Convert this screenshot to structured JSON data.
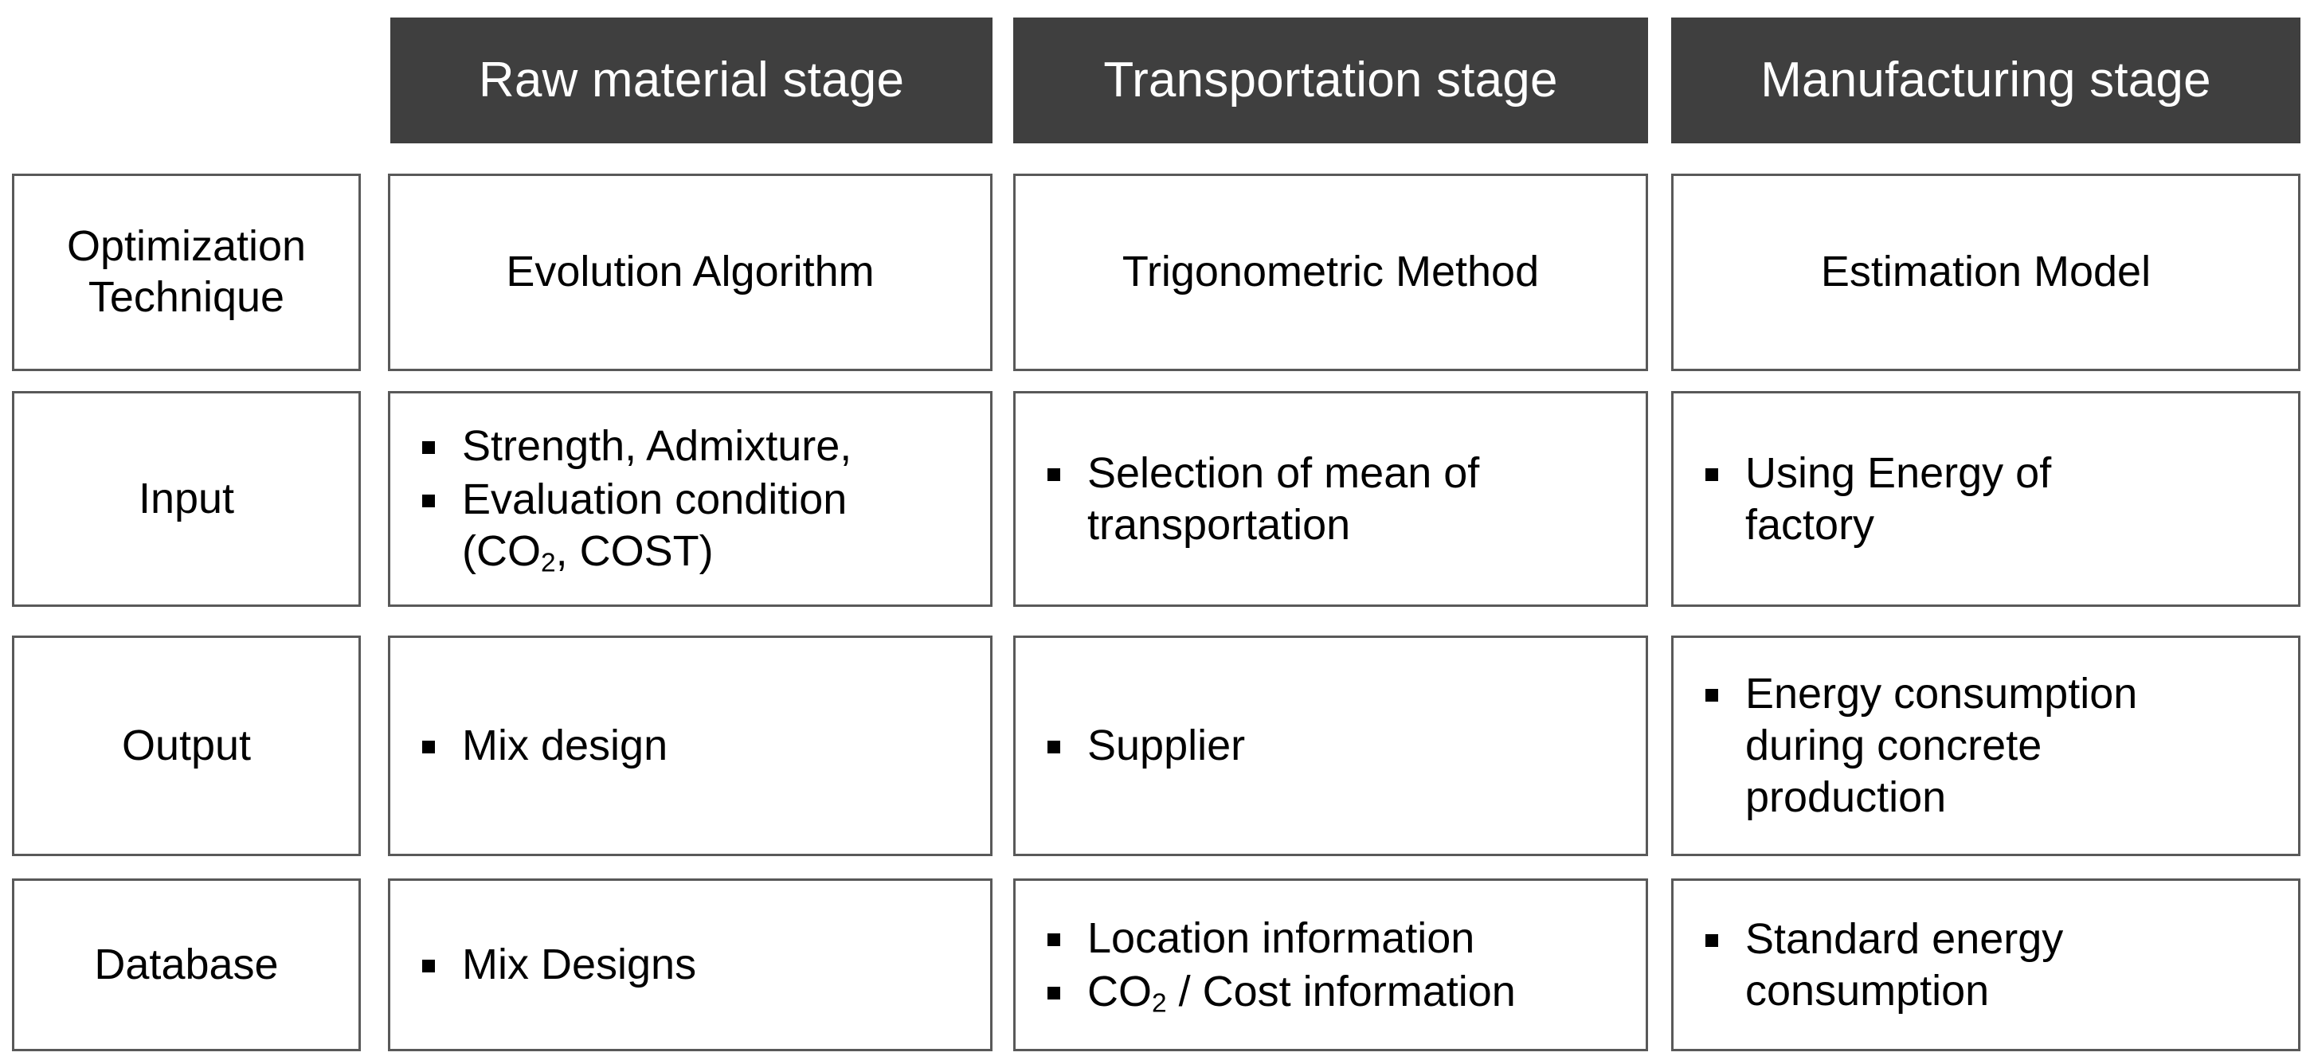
{
  "table": {
    "headers": [
      {
        "label": "Raw material stage"
      },
      {
        "label": "Transportation stage"
      },
      {
        "label": "Manufacturing stage"
      }
    ],
    "row_labels": [
      "Optimization\nTechnique",
      "Input",
      "Output",
      "Database"
    ],
    "row_label_lines": {
      "optimization": [
        "Optimization",
        "Technique"
      ],
      "input": [
        "Input"
      ],
      "output": [
        "Output"
      ],
      "database": [
        "Database"
      ]
    },
    "rows": [
      {
        "label": "Optimization Technique",
        "type": "plain",
        "cells": [
          {
            "text": "Evolution Algorithm"
          },
          {
            "text": "Trigonometric Method"
          },
          {
            "text": "Estimation Model"
          }
        ]
      },
      {
        "label": "Input",
        "type": "bullets",
        "cells": [
          {
            "items": [
              "Strength, Admixture,",
              "Evaluation condition (CO2, COST)"
            ]
          },
          {
            "items": [
              "Selection of mean of transportation"
            ]
          },
          {
            "items": [
              "Using Energy of factory"
            ]
          }
        ]
      },
      {
        "label": "Output",
        "type": "bullets",
        "cells": [
          {
            "items": [
              "Mix design"
            ]
          },
          {
            "items": [
              "Supplier"
            ]
          },
          {
            "items": [
              "Energy consumption during concrete production"
            ]
          }
        ]
      },
      {
        "label": "Database",
        "type": "bullets",
        "cells": [
          {
            "items": [
              "Mix Designs"
            ]
          },
          {
            "items": [
              "Location information",
              "CO2 / Cost information"
            ]
          },
          {
            "items": [
              "Standard energy consumption"
            ]
          }
        ]
      }
    ]
  },
  "colors": {
    "header_background": "#3f3f3f",
    "header_text": "#ffffff",
    "cell_border": "#595959",
    "cell_background": "#ffffff",
    "body_text": "#000000",
    "bullet": "#000000"
  }
}
